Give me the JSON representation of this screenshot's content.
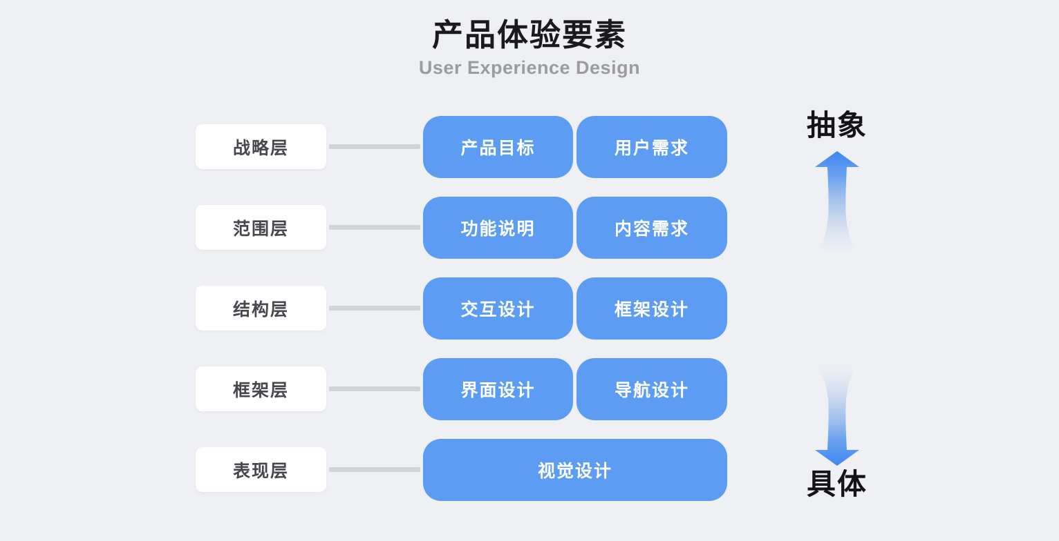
{
  "page": {
    "title": "产品体验要素",
    "subtitle": "User Experience Design"
  },
  "diagram": {
    "rows": [
      {
        "label": "战略层",
        "items": [
          "产品目标",
          "用户需求"
        ]
      },
      {
        "label": "范围层",
        "items": [
          "功能说明",
          "内容需求"
        ]
      },
      {
        "label": "结构层",
        "items": [
          "交互设计",
          "框架设计"
        ]
      },
      {
        "label": "框架层",
        "items": [
          "界面设计",
          "导航设计"
        ]
      },
      {
        "label": "表现层",
        "items": [
          "视觉设计"
        ]
      }
    ]
  },
  "axis": {
    "abstract_label": "抽象",
    "concrete_label": "具体"
  },
  "icons": {
    "up_arrow": "gradient-up-arrow-icon",
    "down_arrow": "gradient-down-arrow-icon"
  },
  "colors": {
    "background": "#EFF0F4",
    "element_box_blue": "#5D9CF3",
    "element_box_text": "#FFFFFF",
    "label_box_background": "#FFFFFF",
    "label_text": "#47474D",
    "connector_gray": "#D3D4D8",
    "arrow_blue_solid": "#3D86F2",
    "title_black": "#1A1A1C",
    "subtitle_gray": "#9B9CA2"
  }
}
